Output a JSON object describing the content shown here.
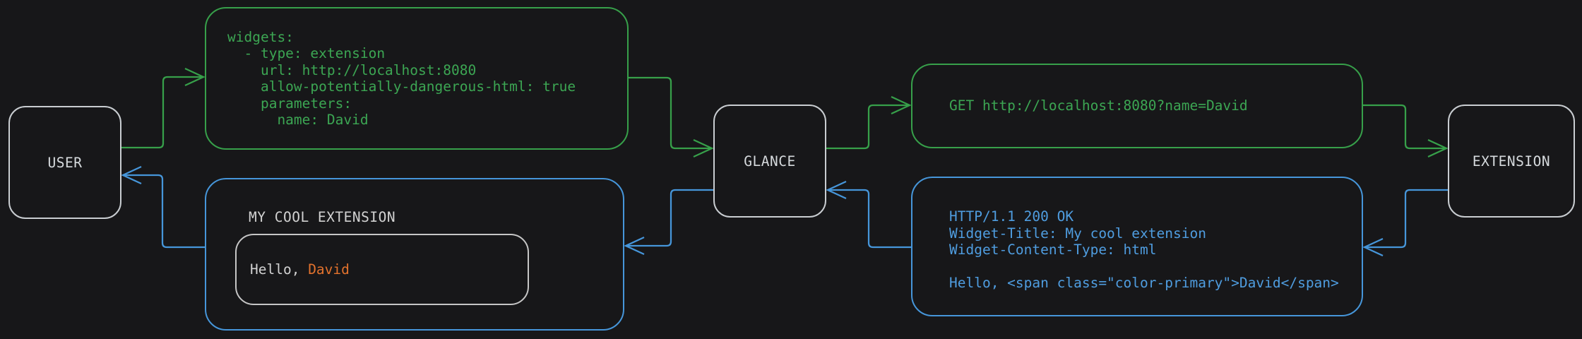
{
  "canvas": {
    "background": "#171719"
  },
  "colors": {
    "canvas_bg": "#171719",
    "request_green": "#37a04a",
    "request_green_text": "#3ca653",
    "response_blue": "#4696da",
    "response_blue_text": "#4f9de0",
    "node_border": "#c9cdd1",
    "node_text": "#d6dadd",
    "widget_text": "#d2d2d2",
    "inner_border": "#c6c6c6",
    "accent_orange": "#e2722d"
  },
  "nodes": {
    "user": {
      "label": "USER"
    },
    "glance": {
      "label": "GLANCE"
    },
    "extension": {
      "label": "EXTENSION"
    }
  },
  "messages": {
    "config_yaml": {
      "lines": [
        "widgets:",
        "  - type: extension",
        "    url: http://localhost:8080",
        "    allow-potentially-dangerous-html: true",
        "    parameters:",
        "      name: David"
      ]
    },
    "http_request": {
      "text": "GET http://localhost:8080?name=David"
    },
    "http_response": {
      "lines": [
        "HTTP/1.1 200 OK",
        "Widget-Title: My cool extension",
        "Widget-Content-Type: html",
        "",
        "Hello, <span class=\"color-primary\">David</span>"
      ]
    },
    "rendered_widget": {
      "title": "MY COOL EXTENSION",
      "greeting": [
        {
          "text": "Hello, ",
          "color": "#d2d2d2"
        },
        {
          "text": "David",
          "color": "#e2722d"
        }
      ]
    }
  }
}
